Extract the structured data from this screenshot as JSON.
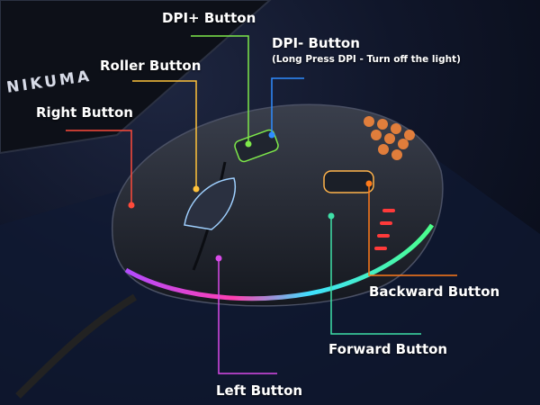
{
  "brand": "NIKUMA",
  "labels": {
    "dpi_plus": "DPI+ Button",
    "dpi_minus": "DPI- Button",
    "dpi_minus_note": "(Long Press DPI - Turn off the light)",
    "roller": "Roller Button",
    "right": "Right Button",
    "backward": "Backward Button",
    "forward": "Forward Button",
    "left": "Left Button"
  },
  "colors": {
    "dpi_plus": "#7ee84a",
    "dpi_minus": "#2f8cff",
    "roller": "#ffc23a",
    "right": "#ff4a3a",
    "backward": "#ff7a1a",
    "forward": "#3fe0a8",
    "left": "#d84ae8"
  }
}
